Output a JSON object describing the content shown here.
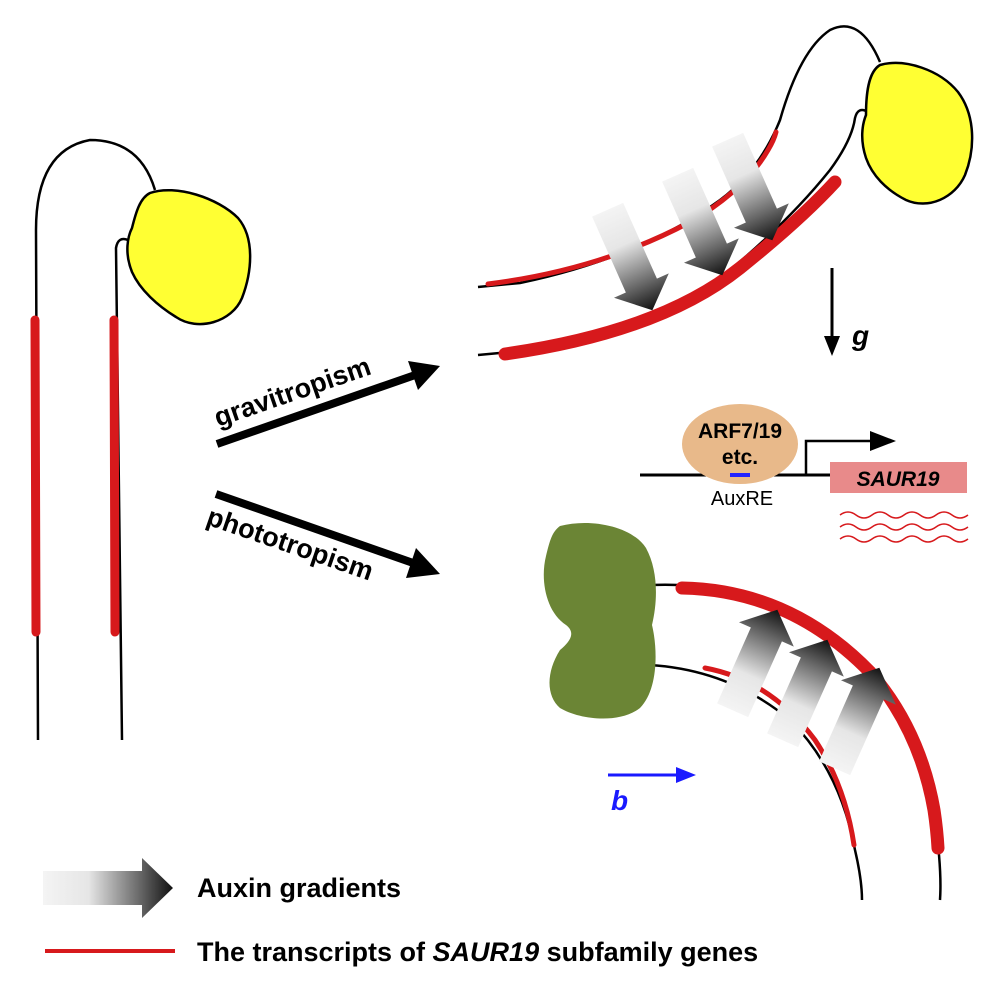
{
  "arrows": {
    "gravitropism_label": "gravitropism",
    "phototropism_label": "phototropism"
  },
  "gravity": {
    "symbol": "g"
  },
  "blue_light": {
    "symbol": "b"
  },
  "promoter": {
    "factor_line1": "ARF7/19",
    "factor_line2": "etc.",
    "element_label": "AuxRE",
    "gene_label": "SAUR19"
  },
  "legend": {
    "auxin_label": "Auxin gradients",
    "transcript_prefix": "The transcripts of ",
    "transcript_gene": "SAUR19",
    "transcript_suffix": " subfamily genes"
  },
  "colors": {
    "cotyledon_yellow": "#ffff33",
    "cotyledon_green": "#6b8535",
    "transcript_red": "#d7191c",
    "factor_tan": "#e8b98a",
    "gene_box_pink": "#e88a8a",
    "light_blue": "#1a1aff"
  }
}
